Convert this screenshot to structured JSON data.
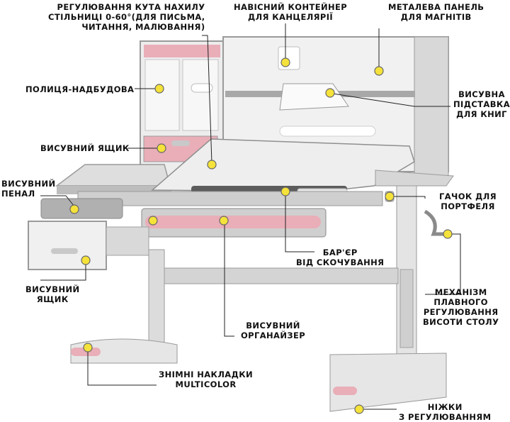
{
  "labels": {
    "tilt_adjust": [
      "РЕГУЛЮВАННЯ КУТА НАХИЛУ",
      "СТІЛЬНИЦІ 0-60°(ДЛЯ ПИСЬМА,",
      "ЧИТАННЯ, МАЛЮВАННЯ)"
    ],
    "stationery_container": [
      "НАВІСНИЙ КОНТЕЙНЕР",
      "ДЛЯ КАНЦЕЛЯРІЇ"
    ],
    "metal_panel": [
      "МЕТАЛЕВА ПАНЕЛЬ",
      "ДЛЯ МАГНІТІВ"
    ],
    "shelf_top": [
      "ПОЛИЦЯ-НАДБУДОВА"
    ],
    "book_stand": [
      "ВИСУВНА",
      "ПІДСТАВКА",
      "ДЛЯ КНИГ"
    ],
    "drawer_top": [
      "ВИСУВНИЙ ЯЩИК"
    ],
    "pencil_case": [
      "ВИСУВНИЙ",
      "ПЕНАЛ"
    ],
    "bag_hook": [
      "ГАЧОК ДЛЯ",
      "ПОРТФЕЛЯ"
    ],
    "anti_slip_barrier": [
      "БАР'ЄР",
      "ВІД СКОЧУВАННЯ"
    ],
    "drawer_side": [
      "ВИСУВНИЙ",
      "ЯЩИК"
    ],
    "height_mechanism": [
      "МЕХАНІЗМ",
      "ПЛАВНОГО",
      "РЕГУЛЮВАННЯ",
      "ВИСОТИ СТОЛУ"
    ],
    "organizer": [
      "ВИСУВНИЙ",
      "ОРГАНАЙЗЕР"
    ],
    "covers": [
      "ЗНІМНІ НАКЛАДКИ",
      "MULTICOLOR"
    ],
    "adjustable_feet": [
      "НІЖКИ",
      "З РЕГУЛЮВАННЯМ"
    ]
  },
  "colors": {
    "accent_pink": "#e9aeb8",
    "frame_grey": "#9a9a9a",
    "panel_white": "#f1f1f1",
    "marker_yellow": "#f5e23a"
  },
  "icons": [
    "pointer-dot-icon"
  ]
}
